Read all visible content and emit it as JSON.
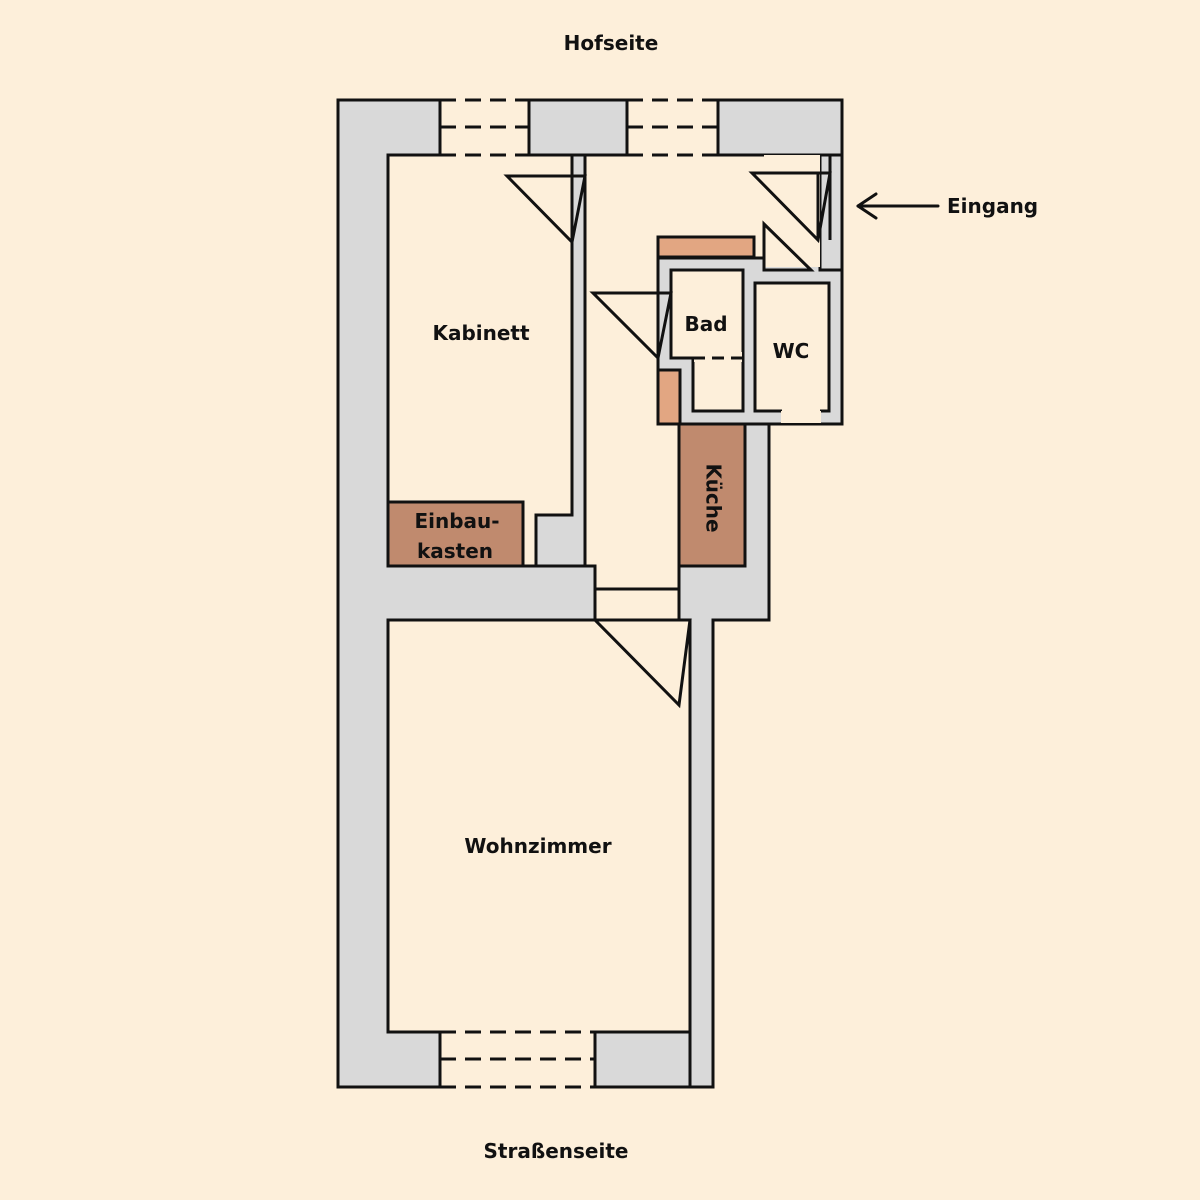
{
  "labels": {
    "top": "Hofseite",
    "bottom": "Straßenseite",
    "entrance": "Eingang",
    "kabinett": "Kabinett",
    "einbau_line1": "Einbau-",
    "einbau_line2": "kasten",
    "bad": "Bad",
    "wc": "WC",
    "kueche": "Küche",
    "wohnzimmer": "Wohnzimmer"
  },
  "colors": {
    "background": "#FDEFDA",
    "wall": "#D9D9D9",
    "stroke": "#111111",
    "cabinet_dark": "#C08A6E",
    "cabinet_light": "#E2A682"
  }
}
